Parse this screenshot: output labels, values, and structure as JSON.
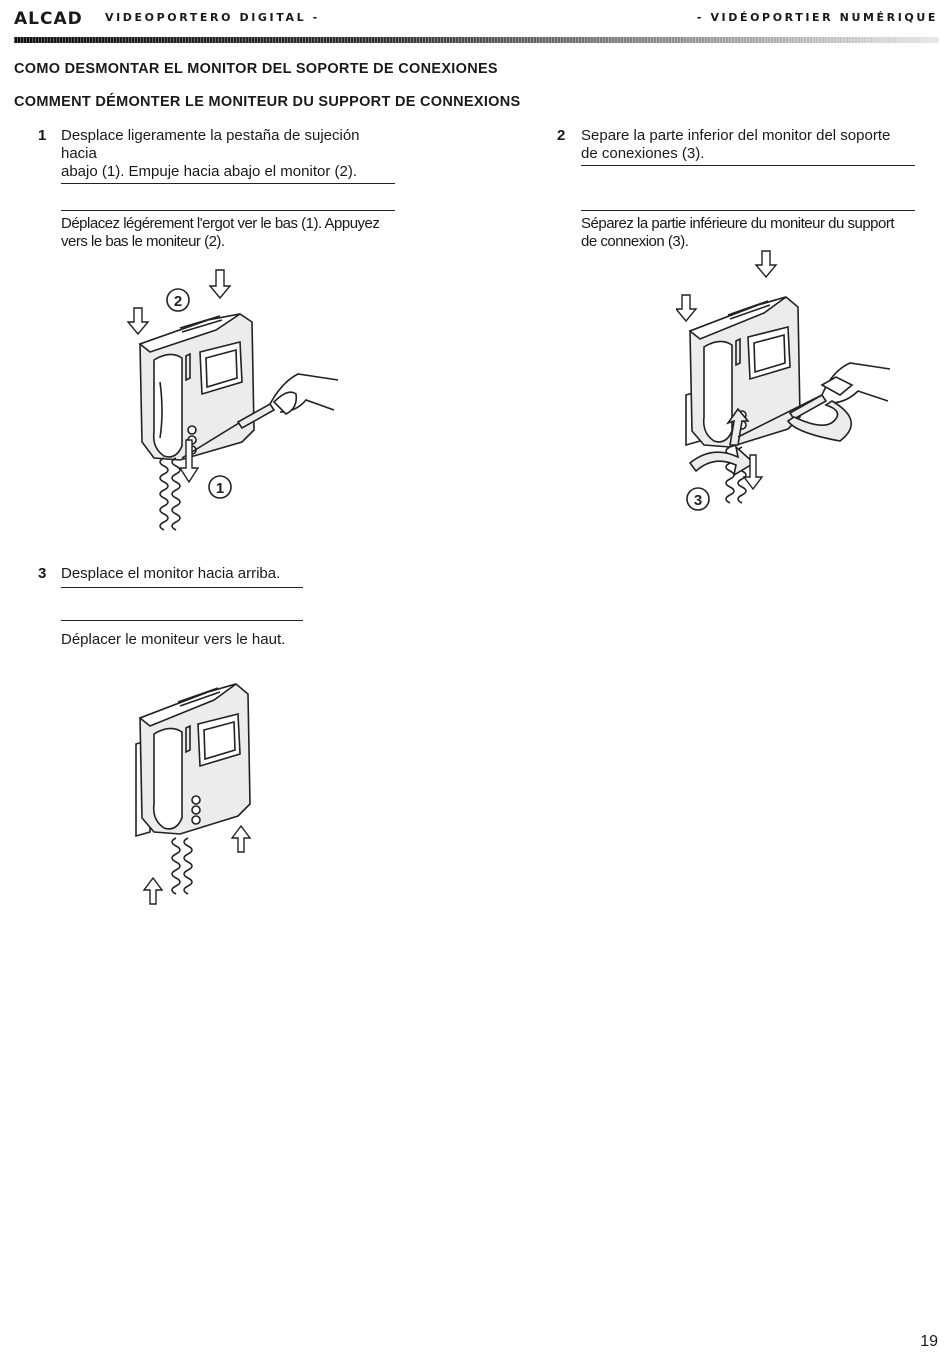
{
  "header": {
    "brand": "ALCAD",
    "left": "VIDEOPORTERO DIGITAL -",
    "right": "- VIDÉOPORTIER NUMÉRIQUE"
  },
  "titles": {
    "es": "COMO DESMONTAR EL MONITOR DEL SOPORTE DE CONEXIONES",
    "fr": "COMMENT  DÉMONTER LE MONITEUR DU SUPPORT DE CONNEXIONS"
  },
  "steps": [
    {
      "number": "1",
      "es_line1": "Desplace ligeramente la pestaña de sujeción hacia",
      "es_line2": "abajo (1). Empuje hacia abajo el monitor (2).",
      "fr_line1": "Déplacez légérement l'ergot ver le bas (1). Appuyez",
      "fr_line2": "vers le bas le moniteur (2).",
      "callouts": [
        "2",
        "1"
      ]
    },
    {
      "number": "2",
      "es_line1": "Separe la parte inferior del monitor del soporte",
      "es_line2": "de conexiones (3).",
      "fr_line1": "Séparez la partie inférieure du moniteur du support",
      "fr_line2": "de connexion (3).",
      "callouts": [
        "3"
      ]
    },
    {
      "number": "3",
      "es_line1": "Desplace el monitor hacia arriba.",
      "fr_line1": "Déplacer le moniteur vers le haut."
    }
  ],
  "figures": [
    {
      "icon": "monitor-with-screwdriver-illustration"
    },
    {
      "icon": "monitor-separating-illustration"
    },
    {
      "icon": "monitor-moving-up-illustration"
    }
  ],
  "page_number": "19"
}
